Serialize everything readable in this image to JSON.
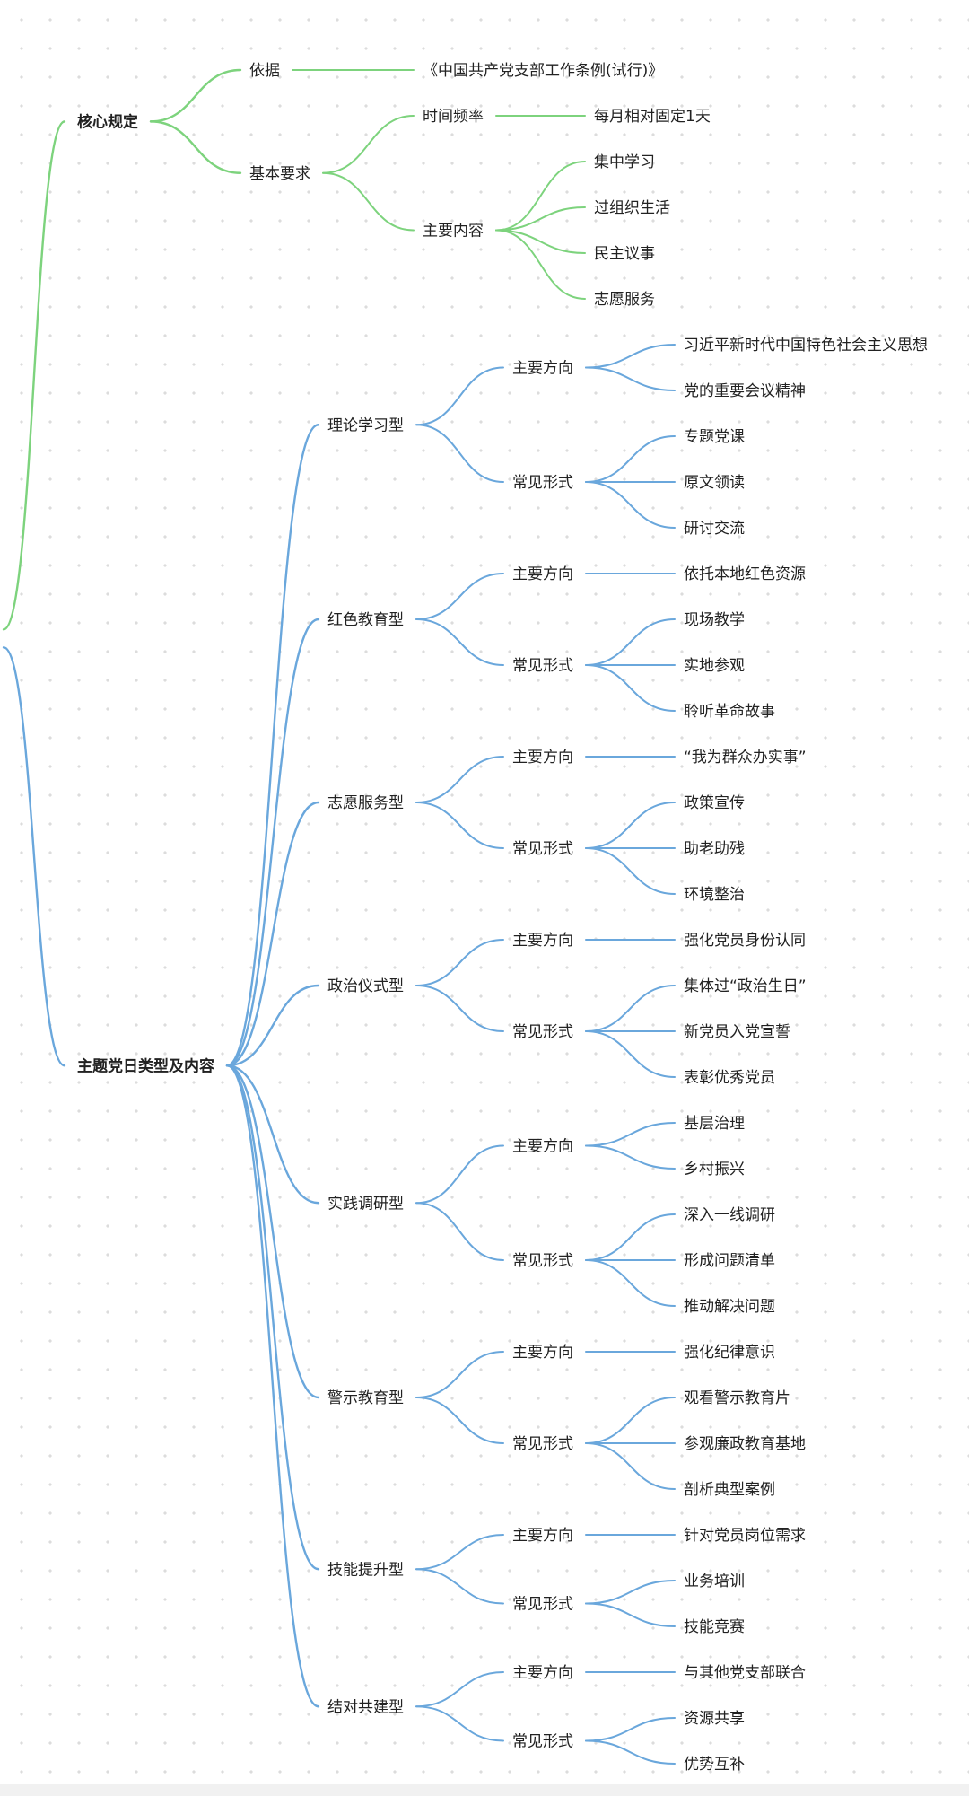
{
  "colors": {
    "green_branch": "#7dd37d",
    "blue_branch": "#6aa7dc",
    "text": "#222222"
  },
  "mindmap": {
    "core": {
      "label": "核心规定",
      "children": [
        {
          "label": "依据",
          "children": [
            {
              "label": "《中国共产党支部工作条例(试行)》"
            }
          ]
        },
        {
          "label": "基本要求",
          "children": [
            {
              "label": "时间频率",
              "children": [
                {
                  "label": "每月相对固定1天"
                }
              ]
            },
            {
              "label": "主要内容",
              "children": [
                {
                  "label": "集中学习"
                },
                {
                  "label": "过组织生活"
                },
                {
                  "label": "民主议事"
                },
                {
                  "label": "志愿服务"
                }
              ]
            }
          ]
        }
      ]
    },
    "types": {
      "label": "主题党日类型及内容",
      "children": [
        {
          "label": "理论学习型",
          "children": [
            {
              "label": "主要方向",
              "children": [
                {
                  "label": "习近平新时代中国特色社会主义思想"
                },
                {
                  "label": "党的重要会议精神"
                }
              ]
            },
            {
              "label": "常见形式",
              "children": [
                {
                  "label": "专题党课"
                },
                {
                  "label": "原文领读"
                },
                {
                  "label": "研讨交流"
                }
              ]
            }
          ]
        },
        {
          "label": "红色教育型",
          "children": [
            {
              "label": "主要方向",
              "children": [
                {
                  "label": "依托本地红色资源"
                }
              ]
            },
            {
              "label": "常见形式",
              "children": [
                {
                  "label": "现场教学"
                },
                {
                  "label": "实地参观"
                },
                {
                  "label": "聆听革命故事"
                }
              ]
            }
          ]
        },
        {
          "label": "志愿服务型",
          "children": [
            {
              "label": "主要方向",
              "children": [
                {
                  "label": "“我为群众办实事”"
                }
              ]
            },
            {
              "label": "常见形式",
              "children": [
                {
                  "label": "政策宣传"
                },
                {
                  "label": "助老助残"
                },
                {
                  "label": "环境整治"
                }
              ]
            }
          ]
        },
        {
          "label": "政治仪式型",
          "children": [
            {
              "label": "主要方向",
              "children": [
                {
                  "label": "强化党员身份认同"
                }
              ]
            },
            {
              "label": "常见形式",
              "children": [
                {
                  "label": "集体过“政治生日”"
                },
                {
                  "label": "新党员入党宣誓"
                },
                {
                  "label": "表彰优秀党员"
                }
              ]
            }
          ]
        },
        {
          "label": "实践调研型",
          "children": [
            {
              "label": "主要方向",
              "children": [
                {
                  "label": "基层治理"
                },
                {
                  "label": "乡村振兴"
                }
              ]
            },
            {
              "label": "常见形式",
              "children": [
                {
                  "label": "深入一线调研"
                },
                {
                  "label": "形成问题清单"
                },
                {
                  "label": "推动解决问题"
                }
              ]
            }
          ]
        },
        {
          "label": "警示教育型",
          "children": [
            {
              "label": "主要方向",
              "children": [
                {
                  "label": "强化纪律意识"
                }
              ]
            },
            {
              "label": "常见形式",
              "children": [
                {
                  "label": "观看警示教育片"
                },
                {
                  "label": "参观廉政教育基地"
                },
                {
                  "label": "剖析典型案例"
                }
              ]
            }
          ]
        },
        {
          "label": "技能提升型",
          "children": [
            {
              "label": "主要方向",
              "children": [
                {
                  "label": "针对党员岗位需求"
                }
              ]
            },
            {
              "label": "常见形式",
              "children": [
                {
                  "label": "业务培训"
                },
                {
                  "label": "技能竞赛"
                }
              ]
            }
          ]
        },
        {
          "label": "结对共建型",
          "children": [
            {
              "label": "主要方向",
              "children": [
                {
                  "label": "与其他党支部联合"
                }
              ]
            },
            {
              "label": "常见形式",
              "children": [
                {
                  "label": "资源共享"
                },
                {
                  "label": "优势互补"
                }
              ]
            }
          ]
        }
      ]
    }
  }
}
